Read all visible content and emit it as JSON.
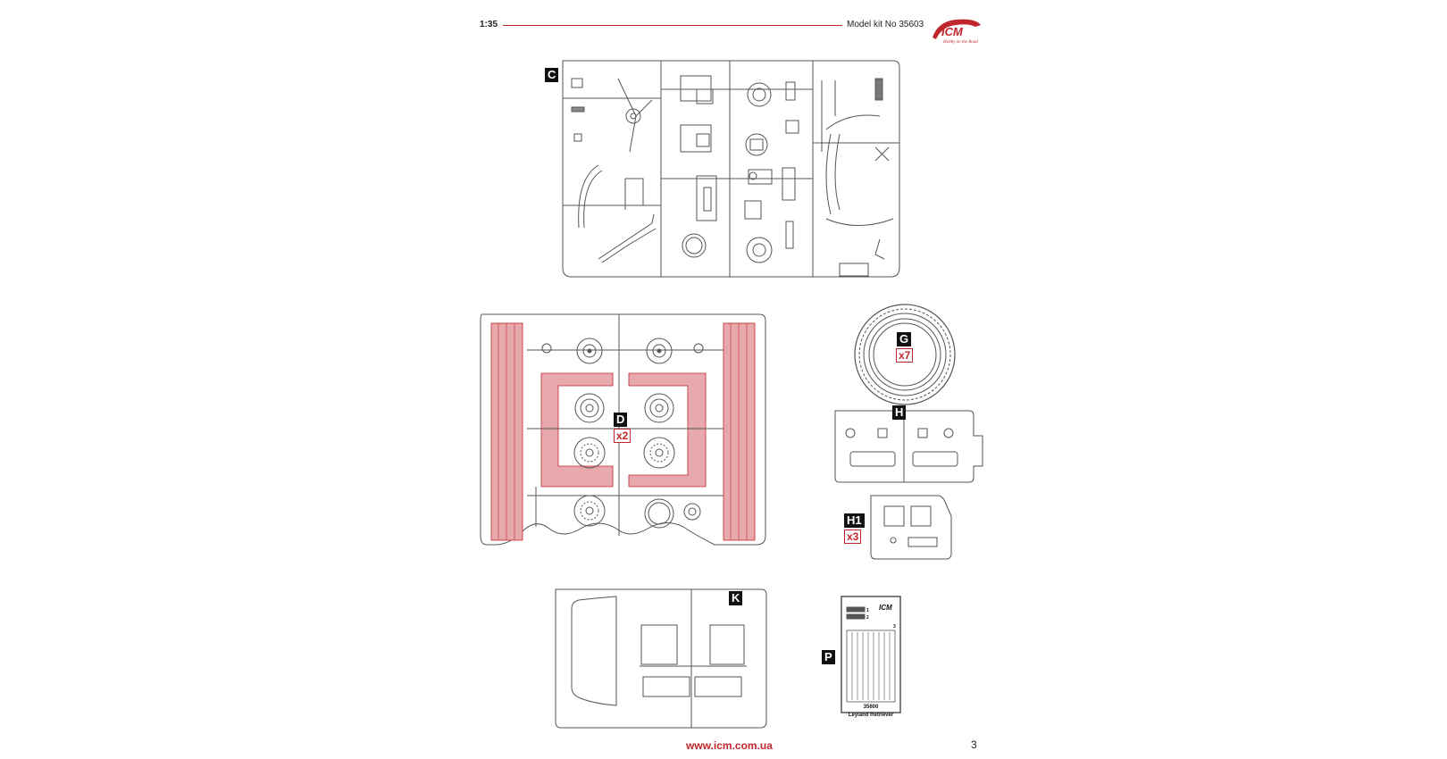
{
  "header": {
    "scale": "1:35",
    "kit_number": "Model kit No 35603",
    "logo_text": "ICM",
    "logo_tagline": "Hobby on the Road"
  },
  "sprues": [
    {
      "id": "C",
      "label": "C",
      "multiplier": ""
    },
    {
      "id": "D",
      "label": "D",
      "multiplier": "x2"
    },
    {
      "id": "G",
      "label": "G",
      "multiplier": "x7"
    },
    {
      "id": "H",
      "label": "H",
      "multiplier": ""
    },
    {
      "id": "H1",
      "label": "H1",
      "multiplier": "x3"
    },
    {
      "id": "K",
      "label": "K",
      "multiplier": ""
    },
    {
      "id": "P",
      "label": "P",
      "multiplier": ""
    }
  ],
  "decal": {
    "logo": "ICM",
    "code": "35600",
    "name": "Leyland Retriever",
    "marks": [
      "1",
      "2",
      "3"
    ]
  },
  "footer": {
    "url": "www.icm.com.ua",
    "page": "3"
  },
  "colors": {
    "accent": "#c0272d",
    "highlight": "#e8a9ad",
    "line": "#555555"
  }
}
